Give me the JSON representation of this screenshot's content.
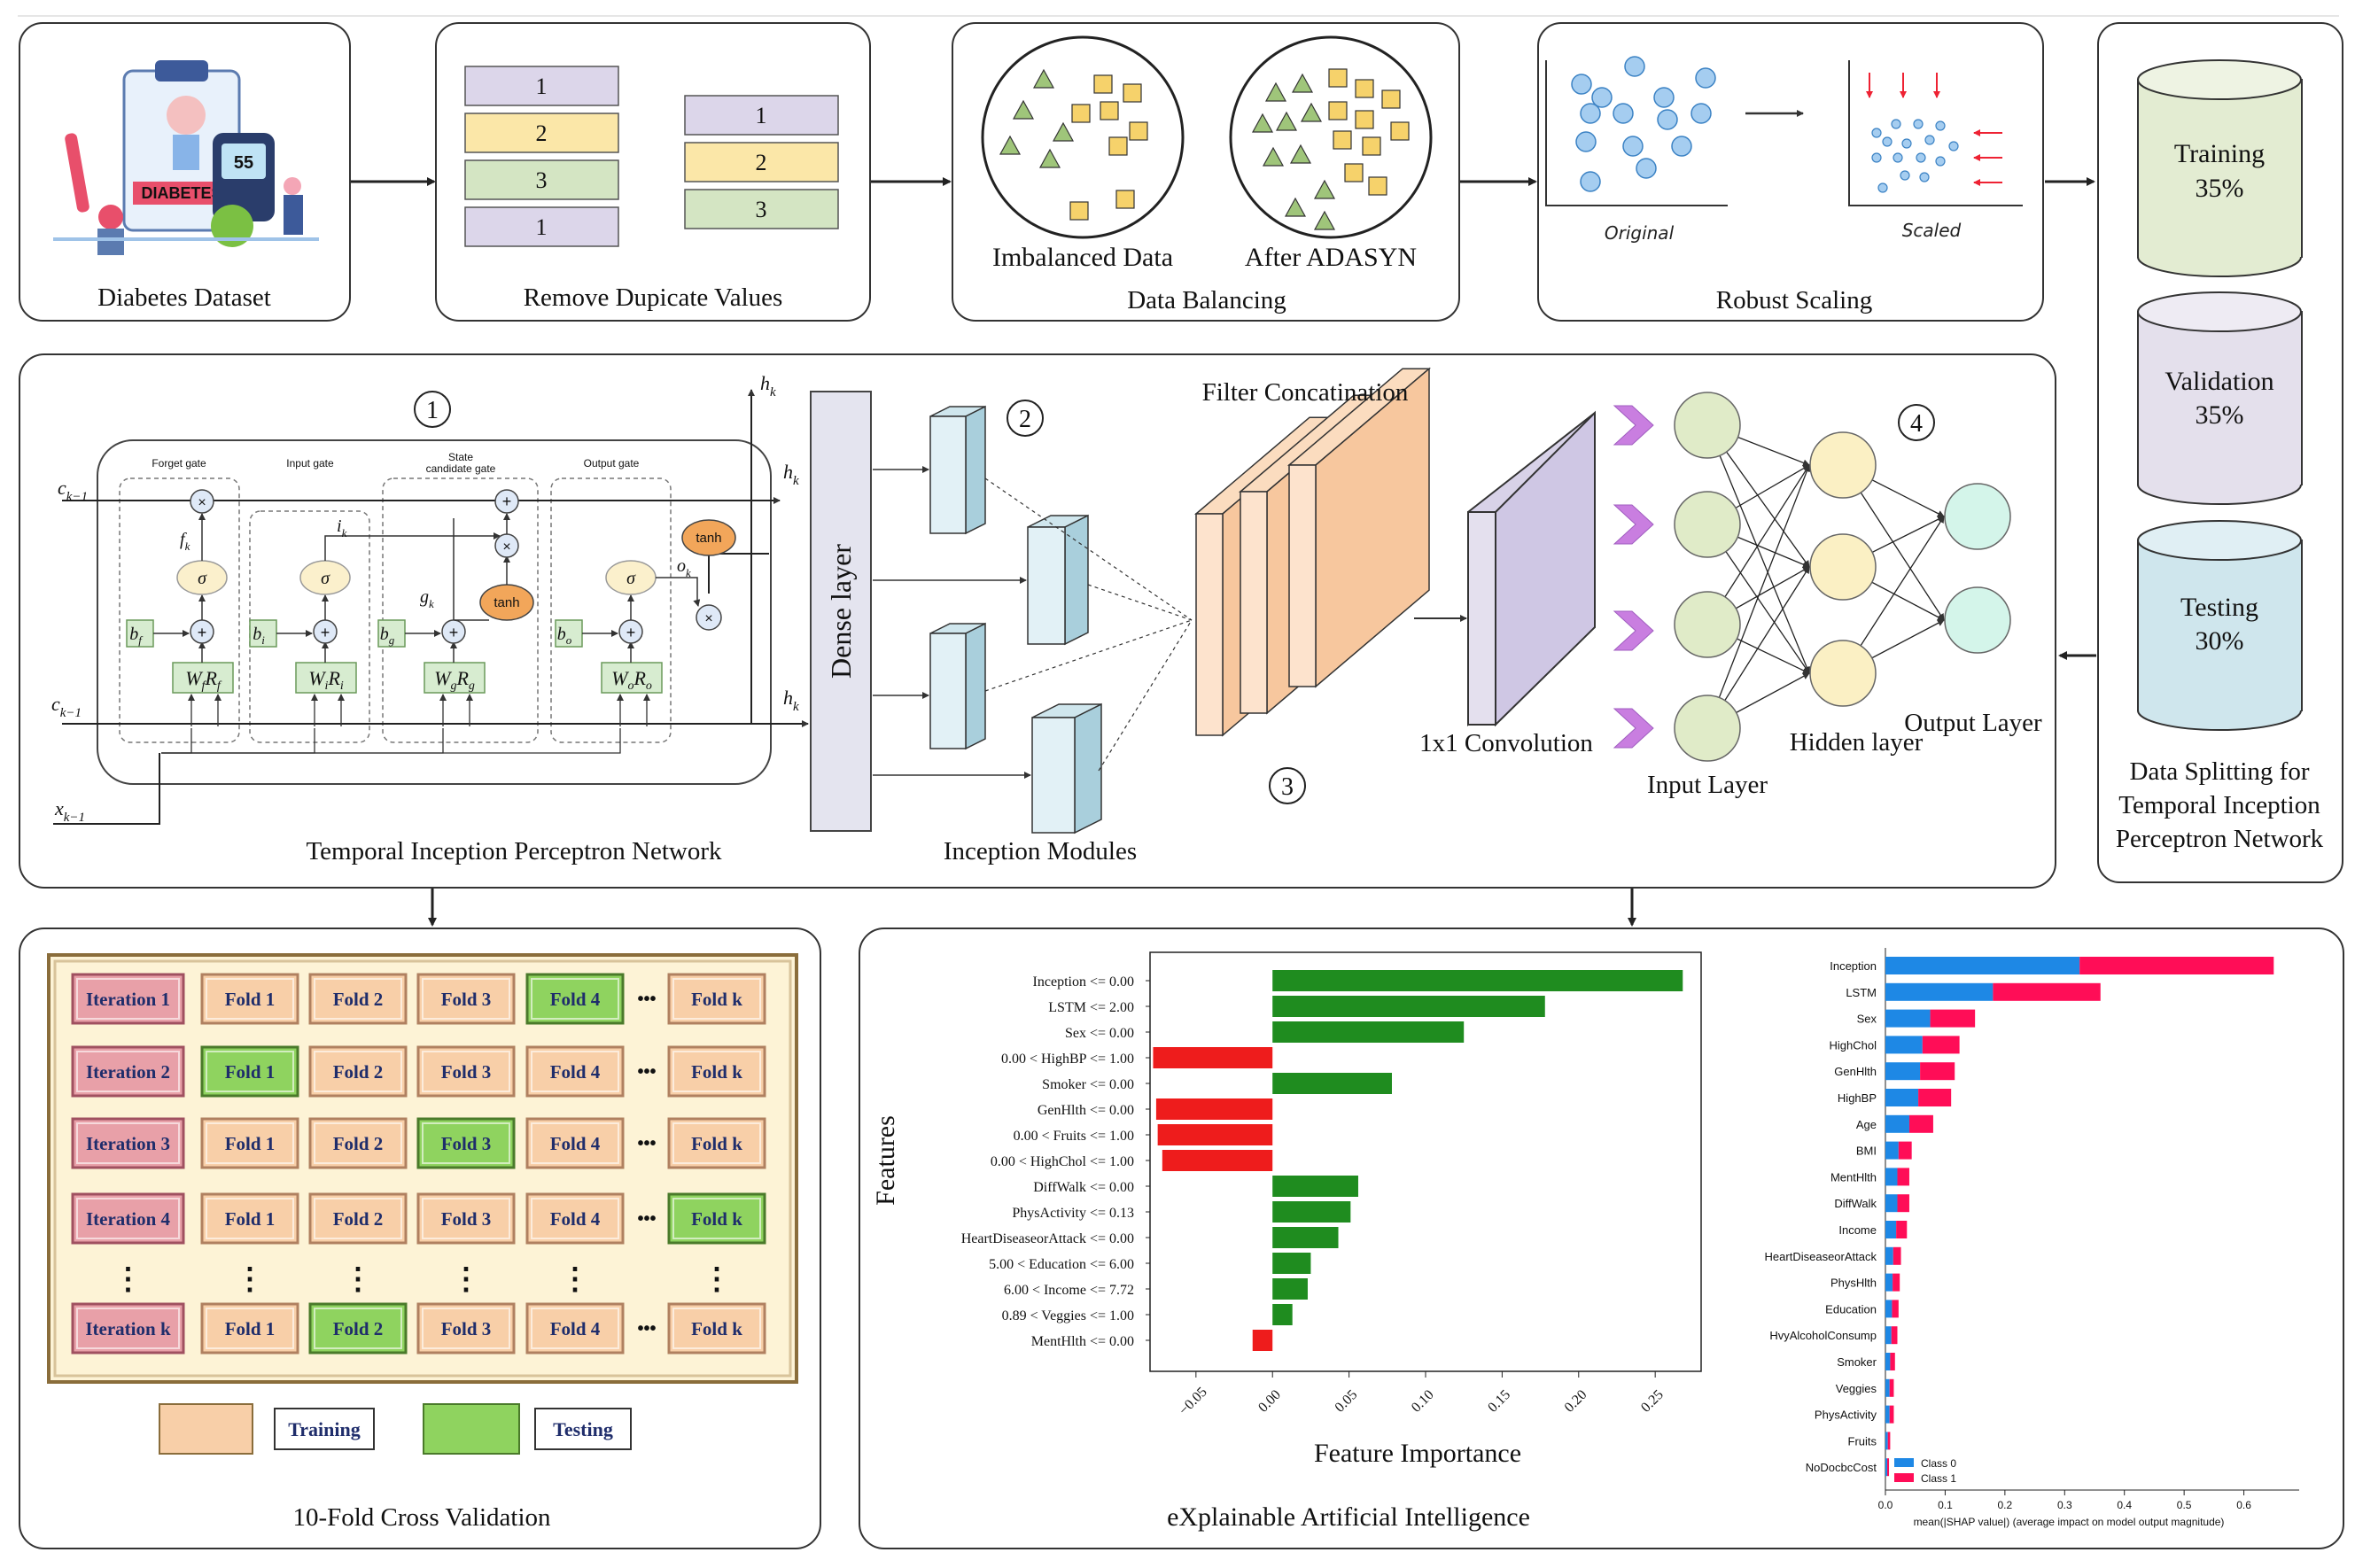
{
  "panels": {
    "dataset": "Diabetes Dataset",
    "dataset_logo_text": "DIABETES",
    "dataset_meter_value": "55",
    "dedup": "Remove Dupicate Values",
    "dedup_blocks_left": [
      "1",
      "2",
      "3",
      "1"
    ],
    "dedup_blocks_right": [
      "1",
      "2",
      "3"
    ],
    "imbalanced": "Imbalanced Data",
    "adasyn": "After ADASYN",
    "balancing": "Data Balancing",
    "original": "Original",
    "scaled": "Scaled",
    "scaling": "Robust Scaling",
    "split_training": "Training",
    "split_training_pct": "35%",
    "split_validation": "Validation",
    "split_validation_pct": "35%",
    "split_testing": "Testing",
    "split_testing_pct": "30%",
    "split_title_1": "Data Splitting for",
    "split_title_2": "Temporal Inception",
    "split_title_3": "Perceptron Network"
  },
  "network": {
    "num1": "1",
    "num2": "2",
    "num3": "3",
    "num4": "4",
    "forget_gate": "Forget gate",
    "input_gate": "Input gate",
    "state_gate_1": "State",
    "state_gate_2": "candidate gate",
    "output_gate": "Output gate",
    "c_prev": "c",
    "c_prev_sub": "k−1",
    "c_prev2_sub": "k−1",
    "x_prev": "x",
    "x_prev_sub": "k−1",
    "h": "h",
    "h_sub": "k",
    "fk": "f",
    "fk_sub": "k",
    "ik": "i",
    "ik_sub": "k",
    "gk": "g",
    "gk_sub": "k",
    "ok": "o",
    "ok_sub": "k",
    "sigma": "σ",
    "tanh": "tanh",
    "times": "×",
    "plus": "+",
    "b_f": "f",
    "b_i": "i",
    "b_g": "g",
    "b_o": "o",
    "b": "b",
    "W": "W",
    "R": "R",
    "tipn": "Temporal Inception Perceptron Network",
    "dense": "Dense layer",
    "inception_modules": "Inception Modules",
    "filter_concat": "Filter Concatination",
    "conv1x1": "1x1 Convolution",
    "input_layer": "Input Layer",
    "hidden_layer": "Hidden layer",
    "output_layer": "Output Layer"
  },
  "cv": {
    "title": "10-Fold Cross Validation",
    "rows": [
      [
        "Iteration 1",
        "Fold 1",
        "Fold 2",
        "Fold 3",
        "Fold 4",
        "Fold k"
      ],
      [
        "Iteration 2",
        "Fold 1",
        "Fold 2",
        "Fold 3",
        "Fold 4",
        "Fold k"
      ],
      [
        "Iteration 3",
        "Fold 1",
        "Fold 2",
        "Fold 3",
        "Fold 4",
        "Fold k"
      ],
      [
        "Iteration 4",
        "Fold 1",
        "Fold 2",
        "Fold 3",
        "Fold 4",
        "Fold k"
      ],
      [
        "Iteration k",
        "Fold 1",
        "Fold 2",
        "Fold 3",
        "Fold 4",
        "Fold k"
      ]
    ],
    "test_cols": [
      4,
      1,
      3,
      5,
      2
    ],
    "dots": "•••",
    "vdots": "⋮",
    "legend_training": "Training",
    "legend_testing": "Testing",
    "colors": {
      "training": "#f8cfa8",
      "testing": "#8fd35f",
      "iteration": "#e8a0a8"
    }
  },
  "xai": {
    "title": "eXplainable Artificial Intelligence"
  },
  "chart_data": [
    {
      "type": "bar",
      "orientation": "horizontal",
      "xlabel": "Feature Importance",
      "ylabel": "Features",
      "xlim": [
        -0.08,
        0.28
      ],
      "xticks": [
        -0.05,
        0.0,
        0.05,
        0.1,
        0.15,
        0.2,
        0.25
      ],
      "xtick_labels": [
        "−0.05",
        "0.00",
        "0.05",
        "0.10",
        "0.15",
        "0.20",
        "0.25"
      ],
      "categories": [
        "Inception <= 0.00",
        "LSTM <= 2.00",
        "Sex <= 0.00",
        "0.00 < HighBP <= 1.00",
        "Smoker <= 0.00",
        "GenHlth <= 0.00",
        "0.00 < Fruits <= 1.00",
        "0.00 < HighChol <= 1.00",
        "DiffWalk <= 0.00",
        "PhysActivity <= 0.13",
        "HeartDiseaseorAttack <= 0.00",
        "5.00 < Education <= 6.00",
        "6.00 < Income <= 7.72",
        "0.89 < Veggies <= 1.00",
        "MentHlth <= 0.00"
      ],
      "values": [
        0.268,
        0.178,
        0.125,
        -0.078,
        0.078,
        -0.076,
        -0.075,
        -0.072,
        0.056,
        0.051,
        0.043,
        0.025,
        0.023,
        0.013,
        -0.013
      ],
      "colors": {
        "positive": "#1f8c1f",
        "negative": "#ee1c1c"
      }
    },
    {
      "type": "bar",
      "orientation": "horizontal",
      "stacked": true,
      "xlabel": "mean(|SHAP value|) (average impact on model output magnitude)",
      "xlim": [
        0,
        0.7
      ],
      "xticks": [
        0.0,
        0.1,
        0.2,
        0.3,
        0.4,
        0.5,
        0.6
      ],
      "xtick_labels": [
        "0.0",
        "0.1",
        "0.2",
        "0.3",
        "0.4",
        "0.5",
        "0.6"
      ],
      "categories": [
        "Inception",
        "LSTM",
        "Sex",
        "HighChol",
        "GenHlth",
        "HighBP",
        "Age",
        "BMI",
        "MentHlth",
        "DiffWalk",
        "Income",
        "HeartDiseaseorAttack",
        "PhysHlth",
        "Education",
        "HvyAlcoholConsump",
        "Smoker",
        "Veggies",
        "PhysActivity",
        "Fruits",
        "NoDocbcCost"
      ],
      "series": [
        {
          "name": "Class 0",
          "color": "#1e88e5",
          "values": [
            0.325,
            0.18,
            0.075,
            0.062,
            0.058,
            0.055,
            0.04,
            0.022,
            0.02,
            0.02,
            0.018,
            0.013,
            0.012,
            0.011,
            0.01,
            0.008,
            0.007,
            0.007,
            0.004,
            0.003
          ]
        },
        {
          "name": "Class 1",
          "color": "#ff0d57",
          "values": [
            0.325,
            0.18,
            0.075,
            0.062,
            0.058,
            0.055,
            0.04,
            0.022,
            0.02,
            0.02,
            0.018,
            0.013,
            0.012,
            0.011,
            0.01,
            0.008,
            0.007,
            0.007,
            0.004,
            0.003
          ]
        }
      ]
    }
  ]
}
